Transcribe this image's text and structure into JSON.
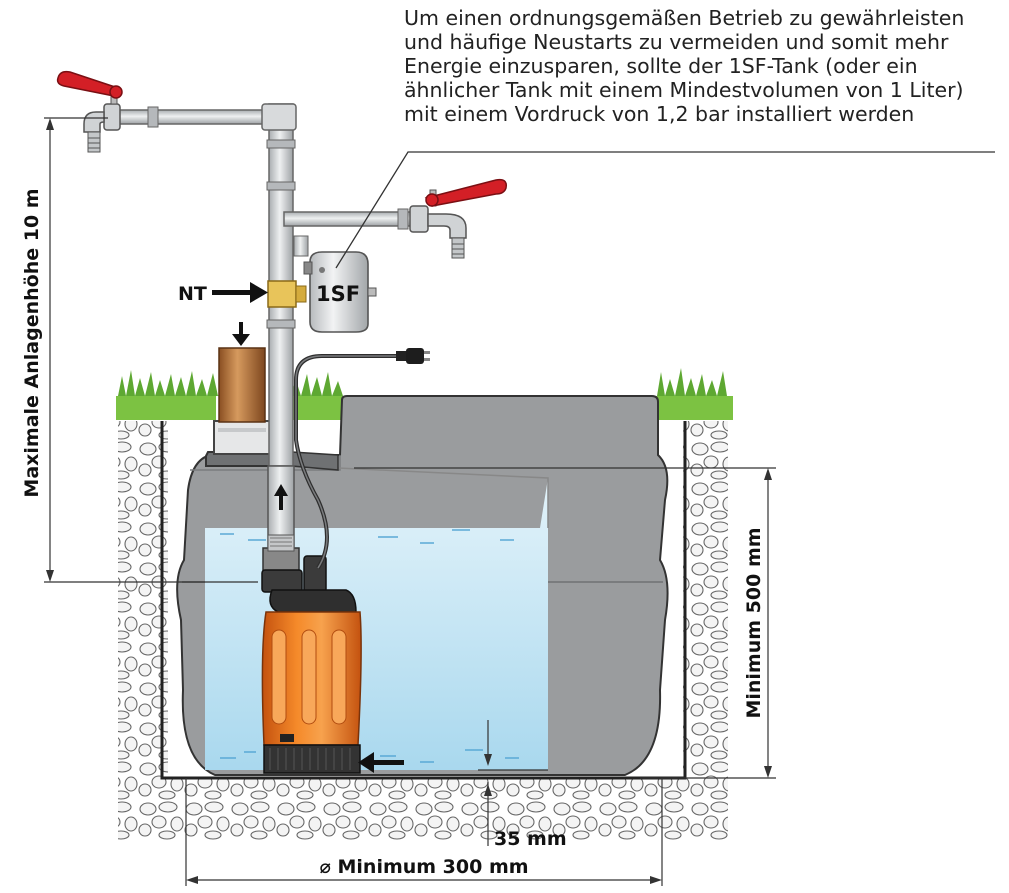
{
  "note": {
    "lines": [
      "Um einen ordnungsgemäßen Betrieb zu gewährleisten",
      "und häufige Neustarts zu vermeiden und somit mehr",
      "Energie einzusparen, sollte der 1SF-Tank (oder ein",
      "ähnlicher Tank mit einem Mindestvolumen von 1 Liter)",
      "mit einem Vordruck von 1,2 bar installiert werden"
    ]
  },
  "labels": {
    "max_height": "Maximale Anlagenhöhe 10 m",
    "nt": "NT",
    "tank": "1SF",
    "min_height": "Minimum 500 mm",
    "gap": "35 mm",
    "min_width": "⌀ Minimum 300 mm"
  },
  "colors": {
    "grass": "#7cc242",
    "pipe": "#c9ccce",
    "shaft": "#8f9193",
    "water": "#bfe3f2",
    "pump": "#f07a1e",
    "valve": "#d31f26",
    "brass": "#e8c45a",
    "copper": "#b8743a"
  },
  "icons": [
    "faucet-icon",
    "valve-handle-icon",
    "pressure-tank-icon",
    "power-plug-icon",
    "arrow-icon"
  ]
}
